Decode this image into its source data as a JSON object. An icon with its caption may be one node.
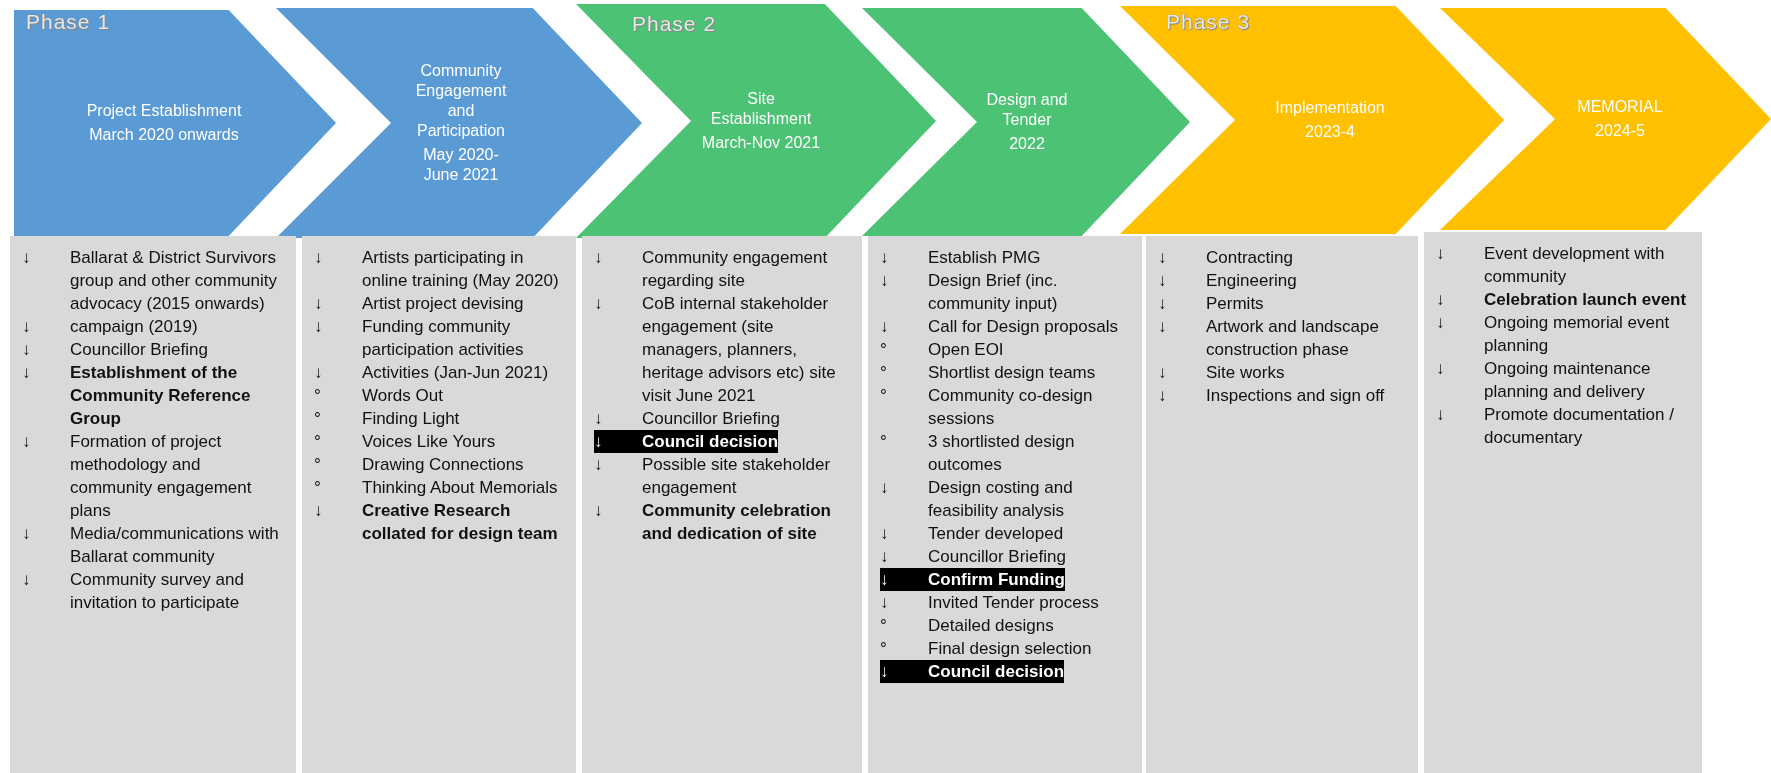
{
  "diagram": {
    "nodes": [
      {
        "text": [
          "Project Establishment",
          "March 2020 onwards"
        ]
      },
      {
        "text": [
          "Community Engagement and Participation",
          "May 2020-June 2021"
        ]
      },
      {
        "text": [
          "Site Establishment",
          "March-Nov 2021"
        ]
      },
      {
        "text": [
          "Design and Tender",
          "2022"
        ]
      },
      {
        "text": [
          "Implementation",
          "2023-4"
        ]
      },
      {
        "text": [
          "MEMORIAL",
          "2024-5"
        ]
      },
      {
        "text": [
          "↓ Ballarat & District Survivors group and other community advocacy (2015 onwards)",
          "↓ campaign (2019)",
          "↓ Councillor Briefing",
          "↓ **Establishment of the Community Reference Group**",
          "↓ Formation of project methodology and community engagement plans",
          "↓ Media/communications with Ballarat community",
          "↓ Community survey and invitation to participate"
        ]
      },
      {
        "text": [
          "↓ Artists participating in online training (May 2020)",
          "↓ Artist project devising",
          "↓ Funding community participation activities",
          "↓ Activities (Jan-Jun 2021)",
          "° Words Out",
          "° Finding Light",
          "° Voices Like Yours",
          "° Drawing Connections",
          "° Thinking About Memorials",
          "↓ **Creative Research collated for design team**"
        ]
      },
      {
        "text": [
          "↓ Community engagement regarding site",
          "↓ CoB internal stakeholder engagement (site managers, planners, heritage advisors etc) site visit June 2021",
          "↓ Councillor Briefing",
          "↓ **Council decision**",
          "↓ Possible site stakeholder engagement",
          "↓ **Community celebration and dedication of site**"
        ]
      },
      {
        "text": [
          "↓ Establish PMG",
          "↓ Design Brief (inc. community input)",
          "↓ Call for Design proposals",
          "° Open EOI",
          "° Shortlist design teams",
          "° Community co-design sessions",
          "° 3 shortlisted design outcomes",
          "↓ Design costing and feasibility analysis",
          "↓ Tender developed",
          "↓ Councillor Briefing",
          "↓ **Confirm Funding**",
          "↓ Invited Tender process",
          "° Detailed designs",
          "° Final design selection",
          "↓ **Council decision**"
        ]
      },
      {
        "text": [
          "↓ Contracting",
          "↓ Engineering",
          "↓ Permits",
          "↓ Artwork and landscape construction phase",
          "↓ Site works",
          "↓ Inspections and sign off"
        ]
      },
      {
        "text": [
          "↓ Event development with community",
          "↓ **Celebration launch event**",
          "↓ Ongoing memorial event planning",
          "↓ Ongoing maintenance planning and delivery",
          "↓ Promote documentation / documentary"
        ]
      }
    ],
    "labels": [
      "Phase 1",
      "Phase 2",
      "Phase 3"
    ]
  }
}
